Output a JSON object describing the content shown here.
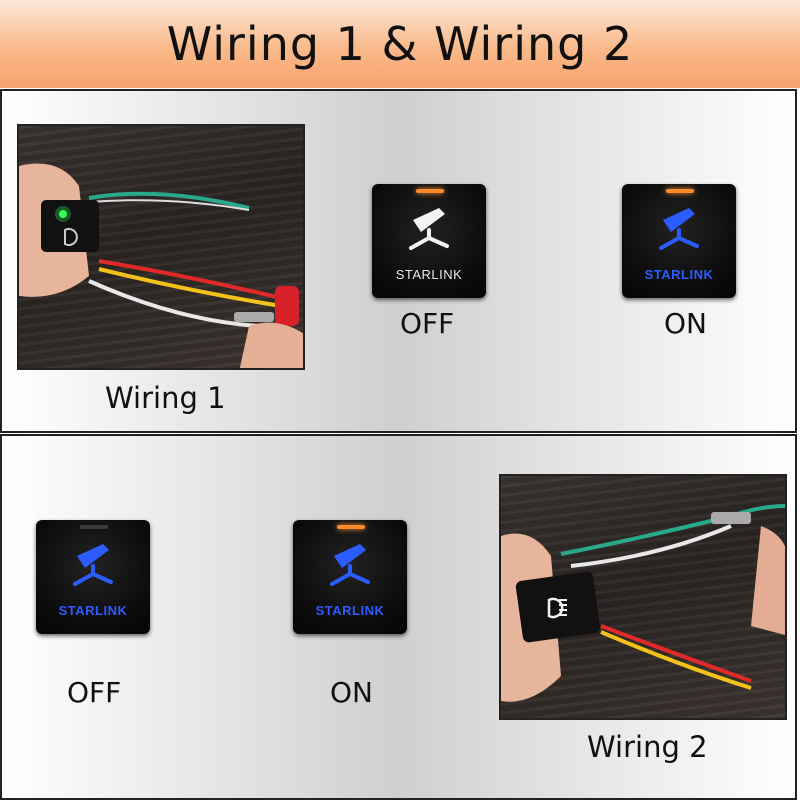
{
  "header": {
    "title": "Wiring 1  &  Wiring 2"
  },
  "colors": {
    "header_top": "#fde8d8",
    "header_bottom": "#f6a36e",
    "led_orange": "#ff8a2a",
    "logo_blue": "#2b5cff",
    "logo_white": "#f2f2f2"
  },
  "icons": {
    "starlink": "starlink-logo-icon",
    "headlight": "headlight-icon"
  },
  "panel_top": {
    "caption": "Wiring 1",
    "switches": [
      {
        "brand": "STARLINK",
        "state": "OFF"
      },
      {
        "brand": "STARLINK",
        "state": "ON"
      }
    ]
  },
  "panel_bottom": {
    "caption": "Wiring 2",
    "switches": [
      {
        "brand": "STARLINK",
        "state": "OFF"
      },
      {
        "brand": "STARLINK",
        "state": "ON"
      }
    ]
  }
}
